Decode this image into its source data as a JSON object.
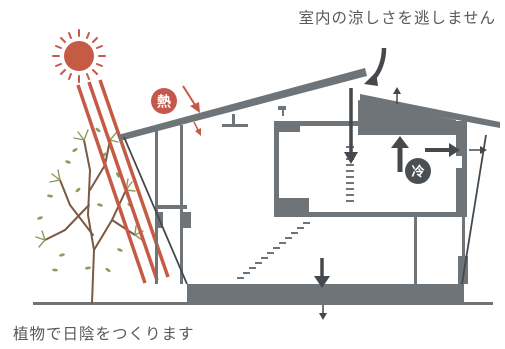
{
  "captions": {
    "top": "室内の涼しさを逃しません",
    "bottom": "植物で日陰をつくります"
  },
  "badges": {
    "heat": "熱",
    "cool": "冷"
  },
  "colors": {
    "wall": "#6f7479",
    "dark": "#45494d",
    "text": "#555a5e",
    "sun": "#c55a45",
    "heat_badge": "#c5584a",
    "cool_badge": "#4a4f53",
    "tree": "#7d8a52"
  },
  "icons": [
    "sun-icon",
    "tree-icon",
    "heat-arrow-icon",
    "cool-arrow-icon"
  ]
}
